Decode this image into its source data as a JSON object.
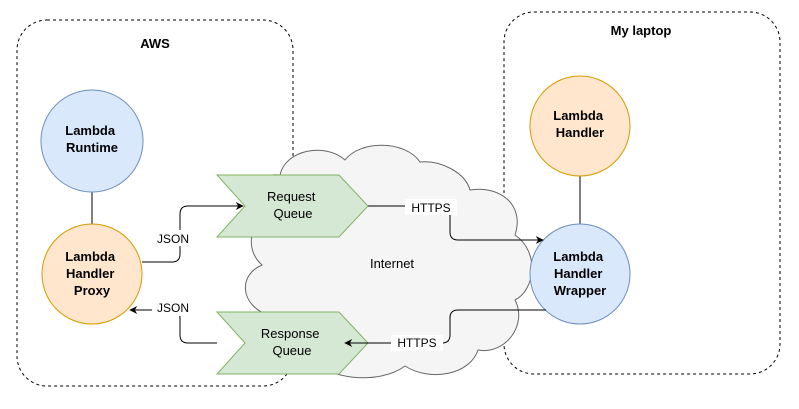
{
  "groups": {
    "aws": "AWS",
    "laptop": "My laptop"
  },
  "cloud": {
    "label": "Internet"
  },
  "nodes": {
    "lambda_runtime": [
      "Lambda",
      "Runtime"
    ],
    "handler_proxy": [
      "Lambda",
      "Handler",
      "Proxy"
    ],
    "lambda_handler": [
      "Lambda",
      "Handler"
    ],
    "handler_wrapper": [
      "Lambda",
      "Handler",
      "Wrapper"
    ]
  },
  "queues": {
    "request": [
      "Request",
      "Queue"
    ],
    "response": [
      "Response",
      "Queue"
    ]
  },
  "edges": {
    "json_request": "JSON",
    "json_response": "JSON",
    "https_request": "HTTPS",
    "https_response": "HTTPS"
  },
  "colors": {
    "blue_fill": "#dae8fc",
    "blue_stroke": "#6c8ebf",
    "orange_fill": "#ffe6cc",
    "orange_stroke": "#d79b00",
    "green_fill": "#d5e8d4",
    "green_stroke": "#82b366",
    "cloud_fill": "#f5f5f5",
    "cloud_stroke": "#666666"
  }
}
